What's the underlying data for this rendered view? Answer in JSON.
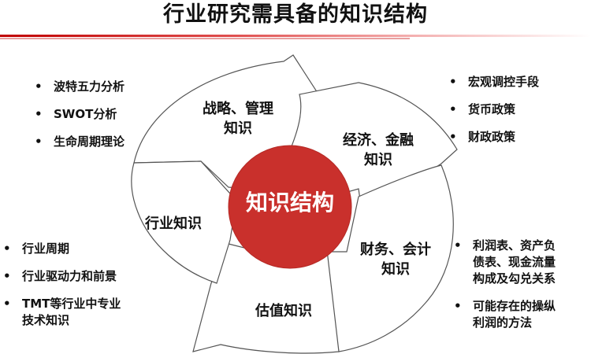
{
  "title": "行业研究需具备的知识结构",
  "center": "知识结构",
  "segments": {
    "strategy": [
      "战略、管理",
      "知识"
    ],
    "economy": [
      "经济、金融",
      "知识"
    ],
    "finance": [
      "财务、会计",
      "知识"
    ],
    "valuation": [
      "估值知识"
    ],
    "industry": [
      "行业知识"
    ]
  },
  "lists": {
    "top_left": [
      "波特五力分析",
      "SWOT分析",
      "生命周期理论"
    ],
    "top_right": [
      "宏观调控手段",
      "货币政策",
      "财政政策"
    ],
    "bottom_left": [
      [
        "行业周期"
      ],
      [
        "行业驱动力和前景"
      ],
      [
        "TMT等行业中专业",
        "技术知识"
      ]
    ],
    "bottom_right": [
      [
        "利润表、资产负",
        "债表、现金流量",
        "构成及勾兑关系"
      ],
      [
        "可能存在的操纵",
        "利润的方法"
      ]
    ]
  },
  "colors": {
    "accent": "#c00000",
    "center_fill": "#c9302c"
  },
  "bullet_glyph": "•"
}
